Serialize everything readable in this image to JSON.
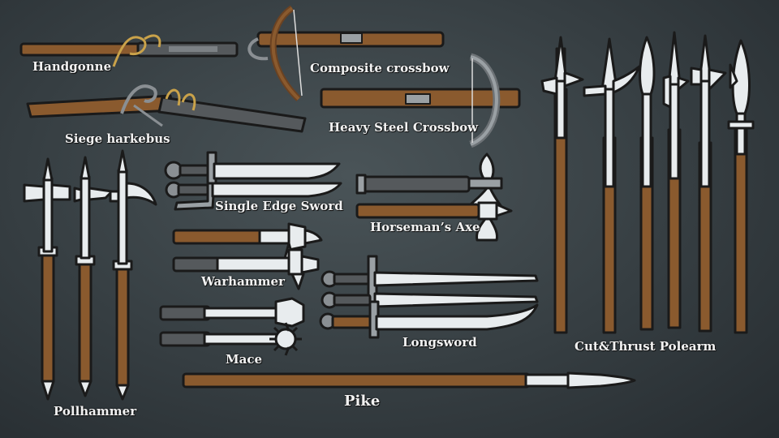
{
  "weapons": {
    "handgonne": "Handgonne",
    "composite_crossbow": "Composite crossbow",
    "siege_harkebus": "Siege harkebus",
    "heavy_steel_crossbow": "Heavy Steel Crossbow",
    "pollhammer": "Pollhammer",
    "single_edge_sword": "Single Edge Sword",
    "horsemans_axe": "Horseman’s Axe",
    "warhammer": "Warhammer",
    "mace": "Mace",
    "longsword": "Longsword",
    "cut_thrust_polearm": "Cut&Thrust Polearm",
    "pike": "Pike"
  },
  "colors": {
    "wood": "#8a5a2e",
    "wood_dark": "#6b4222",
    "steel": "#e8ecee",
    "iron": "#55595c",
    "rope": "#c9a24a",
    "outline": "#1a1a1a"
  }
}
